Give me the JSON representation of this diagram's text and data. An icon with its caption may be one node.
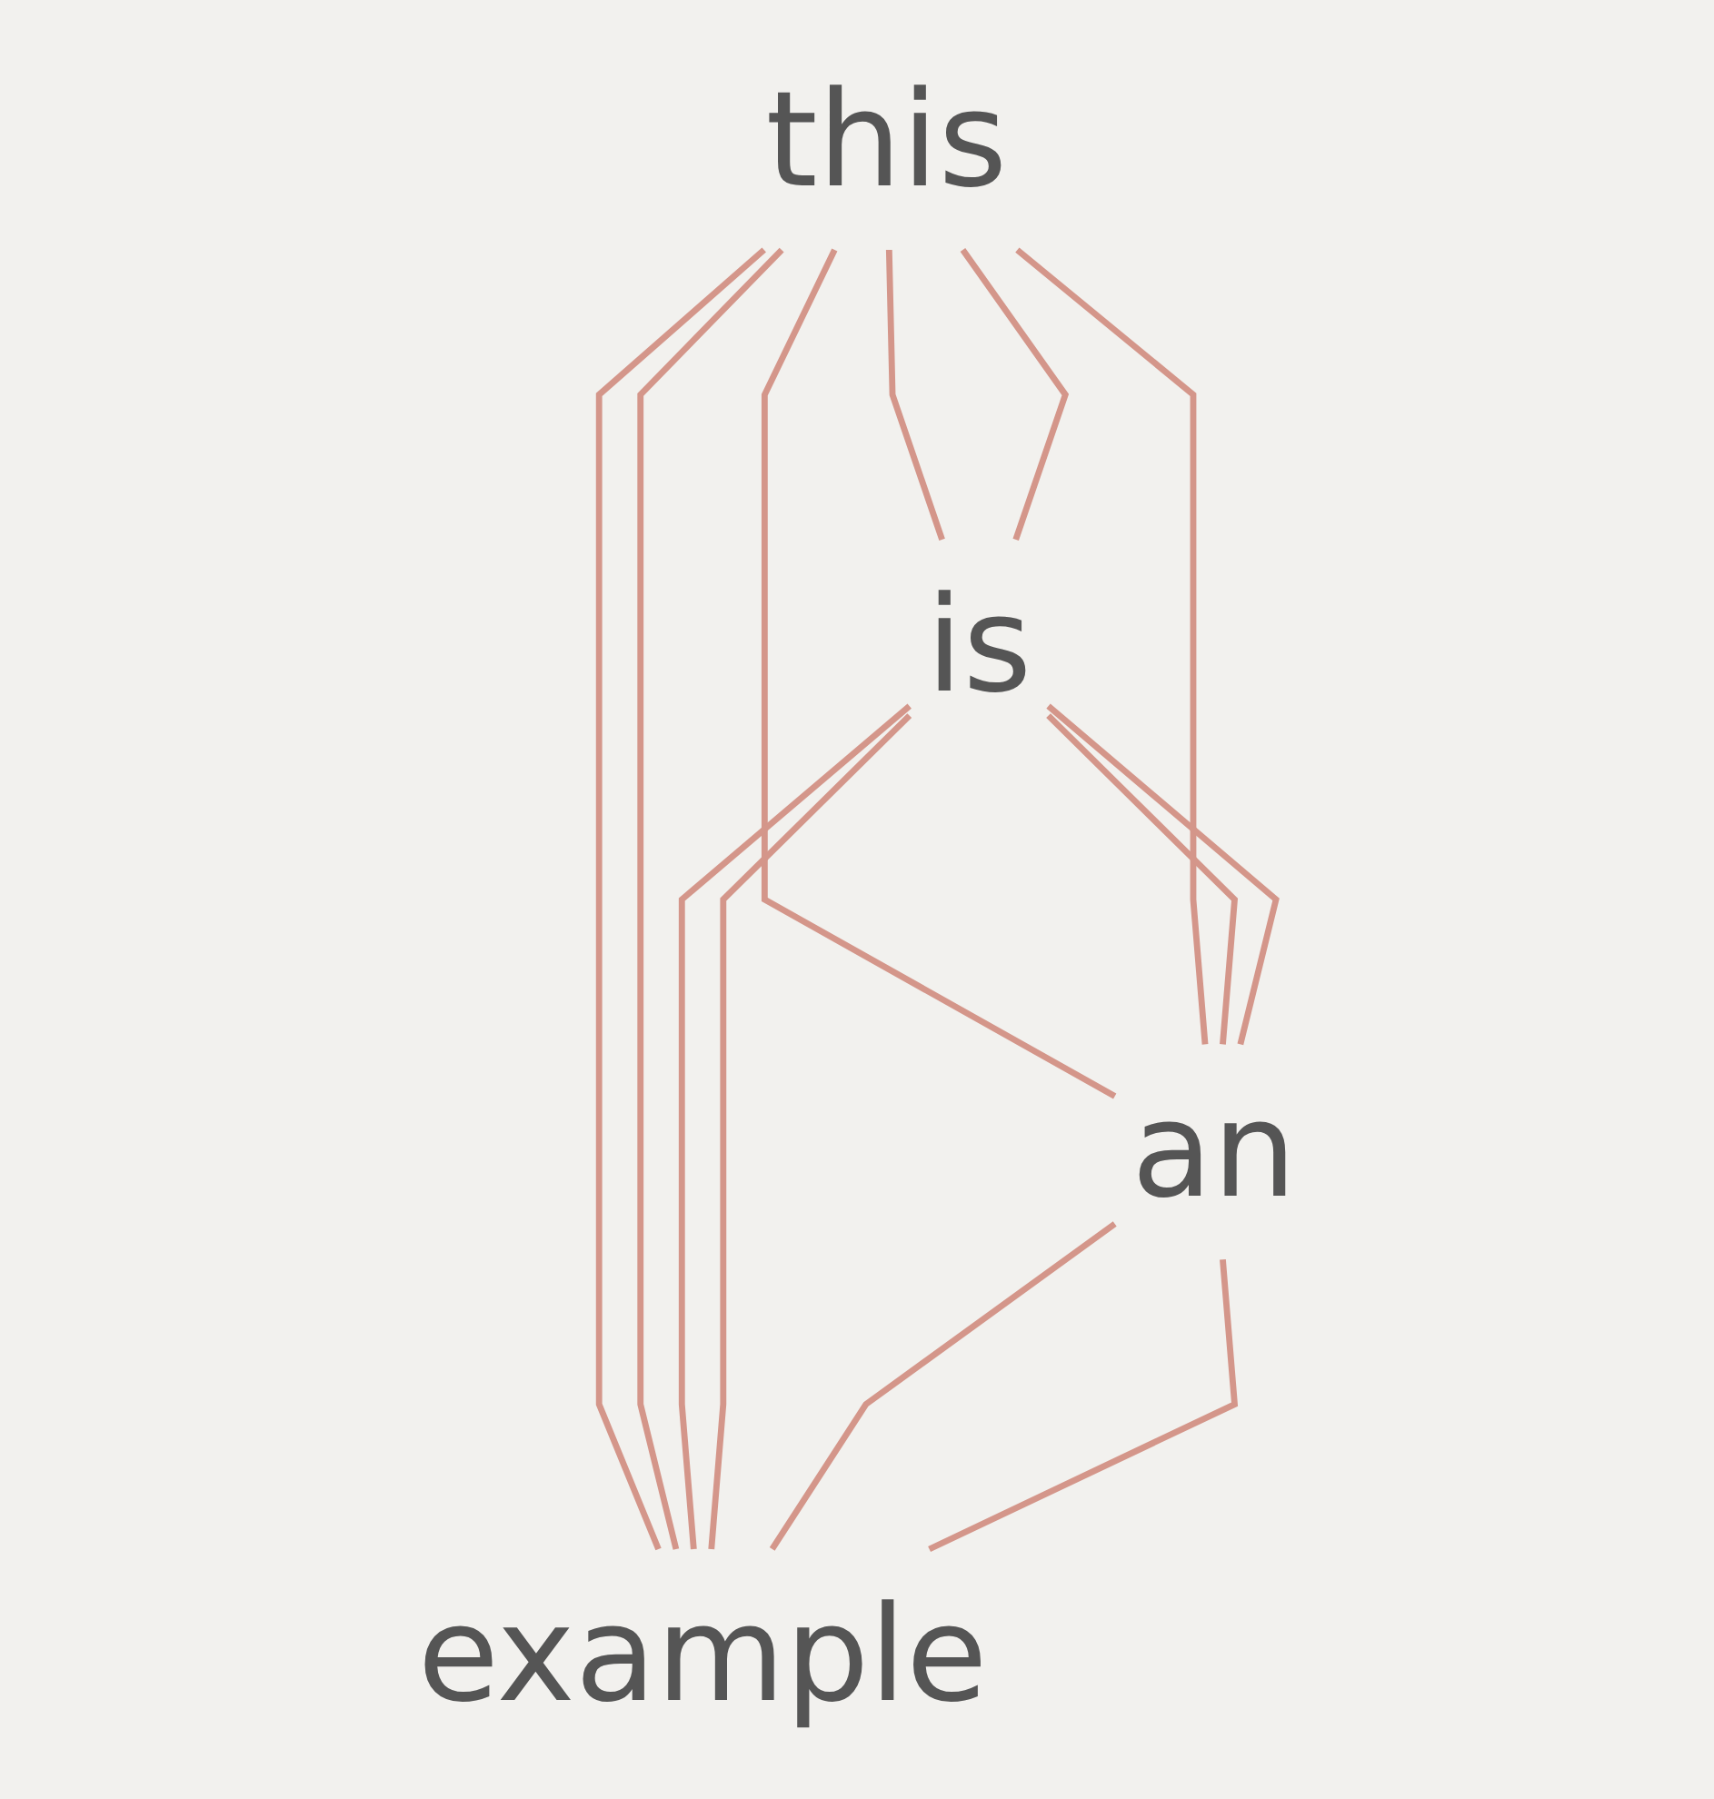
{
  "diagram": {
    "nodes": [
      {
        "text": [
          "this"
        ]
      },
      {
        "text": [
          "is"
        ]
      },
      {
        "text": [
          "an"
        ]
      },
      {
        "text": [
          "example"
        ]
      }
    ],
    "edges": [
      {
        "from": 0,
        "to": 1,
        "arrow": "none"
      },
      {
        "from": 0,
        "to": 1,
        "arrow": "none"
      },
      {
        "from": 0,
        "to": 2,
        "arrow": "none"
      },
      {
        "from": 0,
        "to": 2,
        "arrow": "none"
      },
      {
        "from": 0,
        "to": 3,
        "arrow": "none"
      },
      {
        "from": 0,
        "to": 3,
        "arrow": "none"
      },
      {
        "from": 1,
        "to": 2,
        "arrow": "none"
      },
      {
        "from": 1,
        "to": 2,
        "arrow": "none"
      },
      {
        "from": 1,
        "to": 3,
        "arrow": "none"
      },
      {
        "from": 1,
        "to": 3,
        "arrow": "none"
      },
      {
        "from": 2,
        "to": 3,
        "arrow": "none"
      },
      {
        "from": 2,
        "to": 3,
        "arrow": "none"
      }
    ]
  }
}
